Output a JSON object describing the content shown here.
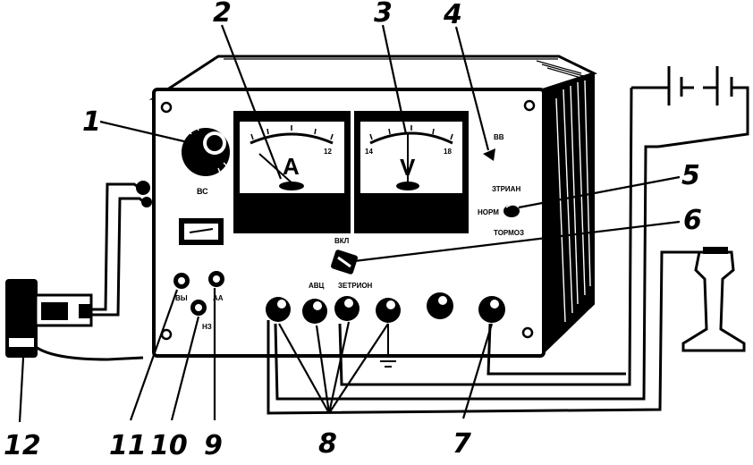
{
  "callouts": {
    "c1": "1",
    "c2": "2",
    "c3": "3",
    "c4": "4",
    "c5": "5",
    "c6": "6",
    "c7": "7",
    "c8": "8",
    "c9": "9",
    "c10": "10",
    "c11": "11",
    "c12": "12"
  },
  "ammeter": {
    "symbol": "A",
    "scale_end": "12"
  },
  "voltmeter": {
    "symbol": "V",
    "scale_start": "14",
    "scale_end": "18"
  },
  "panel_labels": {
    "knob": "ВС",
    "lamp": "ВВ",
    "switch_top": "ЗТРИАН",
    "switch_mid": "НОРМ",
    "switch_bottom": "ТОРМОЗ",
    "toggle": "ВКЛ",
    "jack_11": "ВЫ",
    "jack_10": "НЗ",
    "jack_9": "АА",
    "terminals_left": "АВЦ",
    "terminals_right": "ЗЕТРИОН"
  },
  "colors": {
    "ink": "#000000",
    "paper": "#ffffff"
  }
}
